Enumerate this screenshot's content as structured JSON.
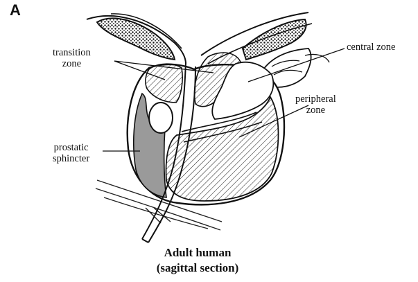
{
  "panel_letter": "A",
  "labels": {
    "transition_zone": [
      "transition",
      "zone"
    ],
    "central_zone": "central zone",
    "peripheral_zone": [
      "peripheral",
      "zone"
    ],
    "prostatic_sphincter": [
      "prostatic",
      "sphincter"
    ]
  },
  "caption": {
    "line1": "Adult human",
    "line2": "(sagittal section)"
  }
}
